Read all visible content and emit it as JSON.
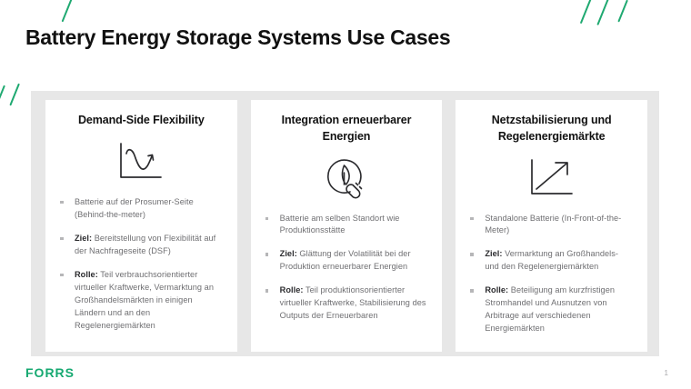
{
  "slide": {
    "title": "Battery Energy Storage Systems Use Cases",
    "logo": "FORRS",
    "page_number": "1",
    "accent_color": "#16A971",
    "panel_color": "#E7E7E7",
    "card_color": "#FFFFFF",
    "body_text_color": "#6F6F72"
  },
  "cards": [
    {
      "title": "Demand-Side Flexibility",
      "icon": "wave-chart-icon",
      "bullets": [
        {
          "lead": "",
          "text": "Batterie auf der Prosumer-Seite (Behind-the-meter)"
        },
        {
          "lead": "Ziel:",
          "text": "Bereitstellung von Flexibilität auf der Nachfrageseite (DSF)"
        },
        {
          "lead": "Rolle:",
          "text": "Teil verbrauchsorientierter virtueller Kraftwerke, Vermarktung an Großhandelsmärkten in einigen Ländern und an den Regelenergiemärkten"
        }
      ]
    },
    {
      "title": "Integration erneuerbarer Energien",
      "icon": "leaf-plug-icon",
      "bullets": [
        {
          "lead": "",
          "text": "Batterie am selben Standort wie Produktionsstätte"
        },
        {
          "lead": "Ziel:",
          "text": "Glättung der Volatilität bei der Produktion erneuerbarer Energien"
        },
        {
          "lead": "Rolle:",
          "text": "Teil produktionsorientierter virtueller Kraftwerke, Stabilisierung des Outputs der Erneuerbaren"
        }
      ]
    },
    {
      "title": "Netzstabilisierung und Regelenergiemärkte",
      "icon": "growth-arrow-chart-icon",
      "bullets": [
        {
          "lead": "",
          "text": "Standalone Batterie (In-Front-of-the-Meter)"
        },
        {
          "lead": "Ziel:",
          "text": "Vermarktung an Großhandels- und den Regelenergiemärkten"
        },
        {
          "lead": "Rolle:",
          "text": "Beteiligung am kurzfristigen Stromhandel und Ausnutzen von Arbitrage auf verschiedenen Energiemärkten"
        }
      ]
    }
  ]
}
